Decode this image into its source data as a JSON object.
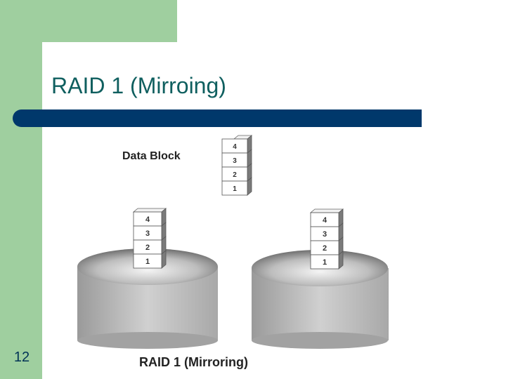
{
  "slide": {
    "title": "RAID 1 (Mirroing)",
    "number": "12"
  },
  "diagram": {
    "data_block_label": "Data Block",
    "caption": "RAID 1 (Mirroring)",
    "source_blocks": [
      "4",
      "3",
      "2",
      "1"
    ],
    "disks": [
      {
        "blocks": [
          "4",
          "3",
          "2",
          "1"
        ]
      },
      {
        "blocks": [
          "4",
          "3",
          "2",
          "1"
        ]
      }
    ]
  }
}
